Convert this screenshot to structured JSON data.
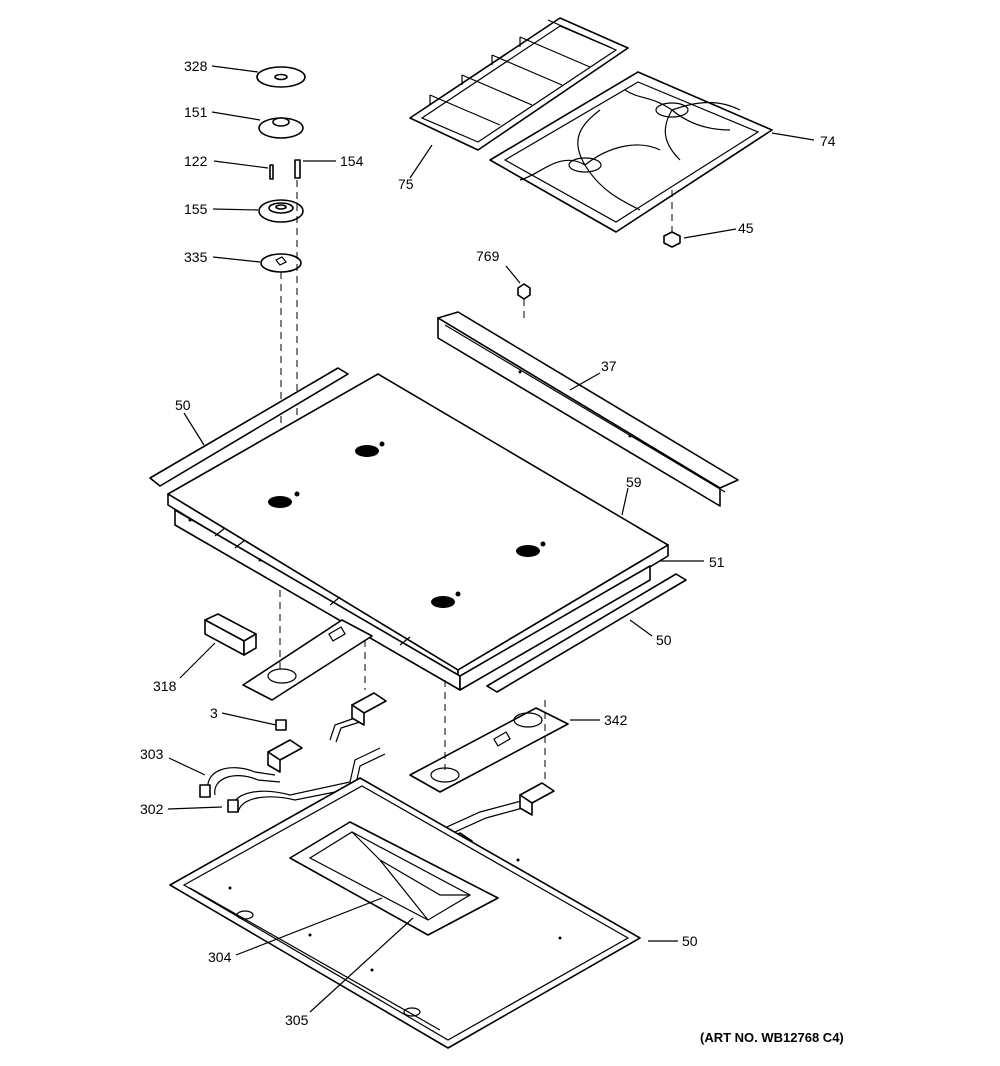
{
  "diagram": {
    "art_number": "(ART NO. WB12768 C4)",
    "callouts": [
      {
        "id": "c328",
        "label": "328"
      },
      {
        "id": "c151",
        "label": "151"
      },
      {
        "id": "c122",
        "label": "122"
      },
      {
        "id": "c154",
        "label": "154"
      },
      {
        "id": "c155",
        "label": "155"
      },
      {
        "id": "c335",
        "label": "335"
      },
      {
        "id": "c75",
        "label": "75"
      },
      {
        "id": "c74",
        "label": "74"
      },
      {
        "id": "c45",
        "label": "45"
      },
      {
        "id": "c769",
        "label": "769"
      },
      {
        "id": "c37",
        "label": "37"
      },
      {
        "id": "c50a",
        "label": "50"
      },
      {
        "id": "c59",
        "label": "59"
      },
      {
        "id": "c51",
        "label": "51"
      },
      {
        "id": "c50b",
        "label": "50"
      },
      {
        "id": "c318",
        "label": "318"
      },
      {
        "id": "c3",
        "label": "3"
      },
      {
        "id": "c342",
        "label": "342"
      },
      {
        "id": "c303",
        "label": "303"
      },
      {
        "id": "c302",
        "label": "302"
      },
      {
        "id": "c50c",
        "label": "50"
      },
      {
        "id": "c304",
        "label": "304"
      },
      {
        "id": "c305",
        "label": "305"
      }
    ]
  }
}
